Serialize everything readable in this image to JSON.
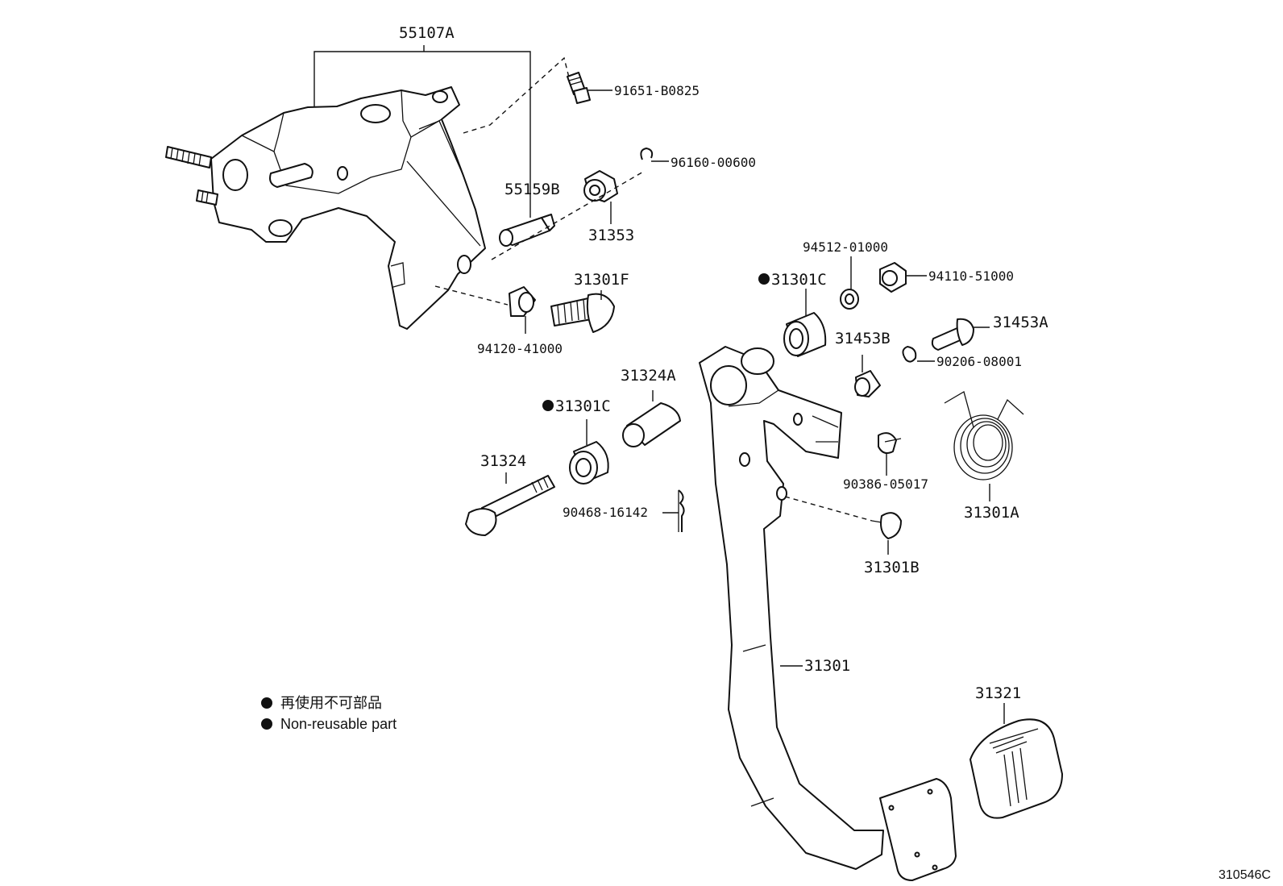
{
  "parts": {
    "p55107A": "55107A",
    "p91651": "91651-B0825",
    "p96160": "96160-00600",
    "p55159B": "55159B",
    "p31353": "31353",
    "p31301F": "31301F",
    "p94120": "94120-41000",
    "p94512": "94512-01000",
    "p94110": "94110-51000",
    "p31301C_top": "31301C",
    "p31453A": "31453A",
    "p31453B": "31453B",
    "p90206": "90206-08001",
    "p31324A": "31324A",
    "p31301C_mid": "31301C",
    "p31324": "31324",
    "p90468": "90468-16142",
    "p90386": "90386-05017",
    "p31301A": "31301A",
    "p31301B": "31301B",
    "p31301": "31301",
    "p31321": "31321"
  },
  "legend": {
    "jp": "再使用不可部品",
    "en": "Non-reusable part"
  },
  "figure_ref": "310546C",
  "bullet": "●"
}
